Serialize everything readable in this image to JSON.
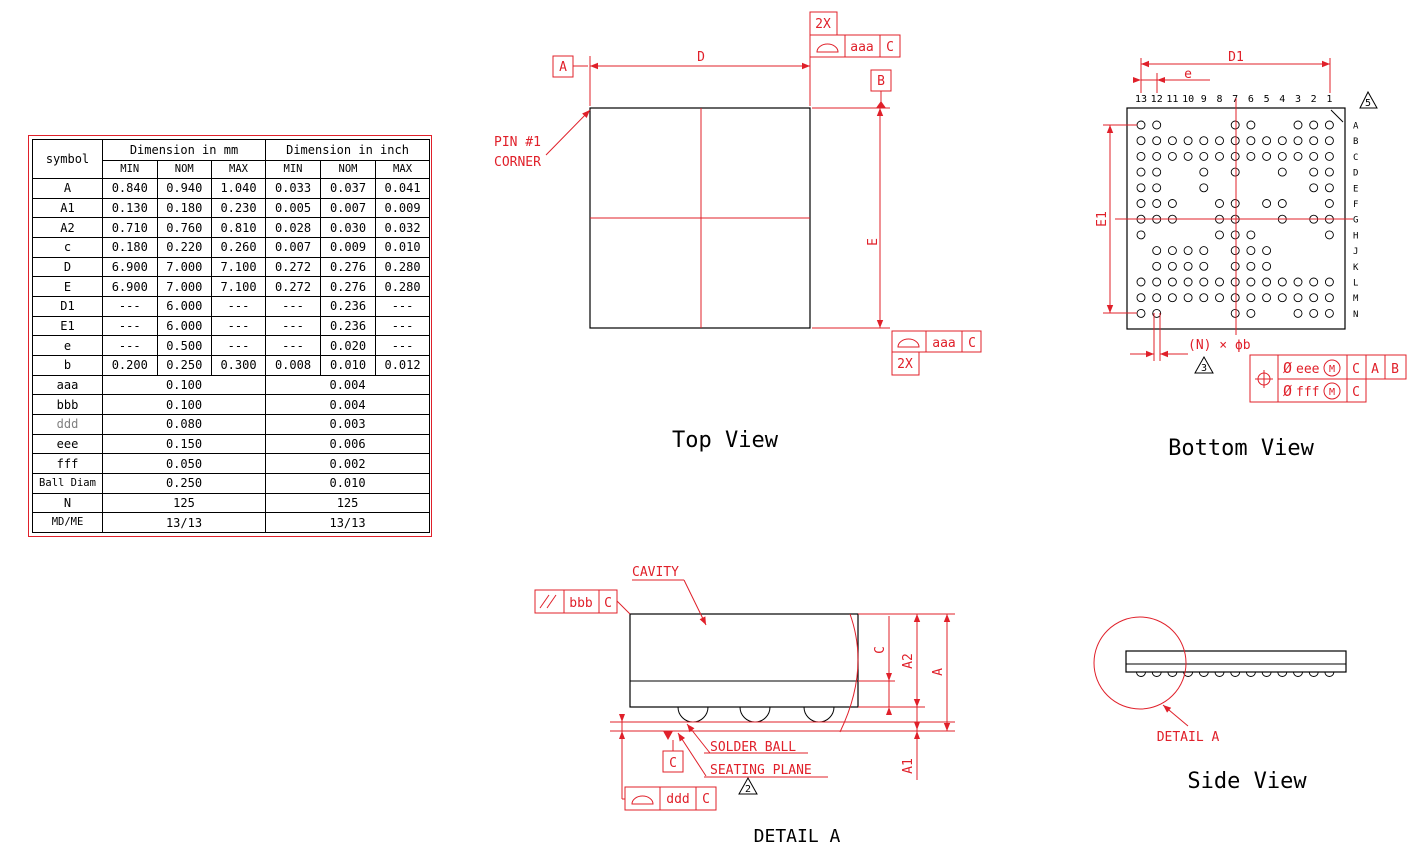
{
  "table": {
    "symbol_label": "symbol",
    "mm_label": "Dimension in mm",
    "inch_label": "Dimension in inch",
    "sub_headers": [
      "MIN",
      "NOM",
      "MAX",
      "MIN",
      "NOM",
      "MAX"
    ],
    "rows": [
      {
        "sym": "A",
        "v": [
          "0.840",
          "0.940",
          "1.040",
          "0.033",
          "0.037",
          "0.041"
        ]
      },
      {
        "sym": "A1",
        "v": [
          "0.130",
          "0.180",
          "0.230",
          "0.005",
          "0.007",
          "0.009"
        ]
      },
      {
        "sym": "A2",
        "v": [
          "0.710",
          "0.760",
          "0.810",
          "0.028",
          "0.030",
          "0.032"
        ]
      },
      {
        "sym": "c",
        "v": [
          "0.180",
          "0.220",
          "0.260",
          "0.007",
          "0.009",
          "0.010"
        ]
      },
      {
        "sym": "D",
        "v": [
          "6.900",
          "7.000",
          "7.100",
          "0.272",
          "0.276",
          "0.280"
        ]
      },
      {
        "sym": "E",
        "v": [
          "6.900",
          "7.000",
          "7.100",
          "0.272",
          "0.276",
          "0.280"
        ]
      },
      {
        "sym": "D1",
        "v": [
          "---",
          "6.000",
          "---",
          "---",
          "0.236",
          "---"
        ]
      },
      {
        "sym": "E1",
        "v": [
          "---",
          "6.000",
          "---",
          "---",
          "0.236",
          "---"
        ]
      },
      {
        "sym": "e",
        "v": [
          "---",
          "0.500",
          "---",
          "---",
          "0.020",
          "---"
        ]
      },
      {
        "sym": "b",
        "v": [
          "0.200",
          "0.250",
          "0.300",
          "0.008",
          "0.010",
          "0.012"
        ]
      }
    ],
    "tol_rows": [
      {
        "sym": "aaa",
        "mm": "0.100",
        "inch": "0.004"
      },
      {
        "sym": "bbb",
        "mm": "0.100",
        "inch": "0.004"
      },
      {
        "sym": "ddd",
        "mm": "0.080",
        "inch": "0.003"
      },
      {
        "sym": "eee",
        "mm": "0.150",
        "inch": "0.006"
      },
      {
        "sym": "fff",
        "mm": "0.050",
        "inch": "0.002"
      },
      {
        "sym": "Ball Diam",
        "mm": "0.250",
        "inch": "0.010"
      },
      {
        "sym": "N",
        "mm": "125",
        "inch": "125"
      },
      {
        "sym": "MD/ME",
        "mm": "13/13",
        "inch": "13/13"
      }
    ]
  },
  "top_view": {
    "title": "Top View",
    "label_a": "A",
    "label_b": "B",
    "label_d": "D",
    "label_e": "E",
    "pin1_line1": "PIN #1",
    "pin1_line2": "CORNER",
    "fcf_top_mult": "2X",
    "fcf_top_tol": "aaa",
    "fcf_top_ref": "C",
    "fcf_bot_mult": "2X",
    "fcf_bot_tol": "aaa",
    "fcf_bot_ref": "C"
  },
  "bottom_view": {
    "title": "Bottom View",
    "label_d1": "D1",
    "label_e": "e",
    "label_e1": "E1",
    "note_5": "5",
    "note_3": "3",
    "ball_callout": "(N) × ϕb",
    "columns": [
      "13",
      "12",
      "11",
      "10",
      "9",
      "8",
      "7",
      "6",
      "5",
      "4",
      "3",
      "2",
      "1"
    ],
    "rows": [
      "A",
      "B",
      "C",
      "D",
      "E",
      "F",
      "G",
      "H",
      "J",
      "K",
      "L",
      "M",
      "N"
    ],
    "ball_map": [
      "1100001100111",
      "1111111111111",
      "1111111111111",
      "1100101001011",
      "1100100000011",
      "1110011011001",
      "1110011001011",
      "1000011100001",
      "0111101110000",
      "0111101110000",
      "1111111111111",
      "1111111111111",
      "1100001100111"
    ],
    "fcf1_tol": "eee",
    "fcf1_refs": [
      "C",
      "A",
      "B"
    ],
    "fcf2_tol": "fff",
    "fcf2_refs": [
      "C"
    ],
    "modifier": "M",
    "diameter_symbol": "Ø"
  },
  "detail_a": {
    "title": "DETAIL A",
    "cavity": "CAVITY",
    "solder_ball": "SOLDER BALL",
    "seating_plane": "SEATING PLANE",
    "label_c": "C",
    "datum_c": "C",
    "label_a2": "A2",
    "label_a": "A",
    "label_a1": "A1",
    "note_2": "2",
    "fcf_bbb_tol": "bbb",
    "fcf_bbb_ref": "C",
    "fcf_ddd_tol": "ddd",
    "fcf_ddd_ref": "C"
  },
  "side_view": {
    "title": "Side View",
    "detail_label": "DETAIL A"
  },
  "colors": {
    "dimension": "#e0202a",
    "outline": "#000000"
  }
}
